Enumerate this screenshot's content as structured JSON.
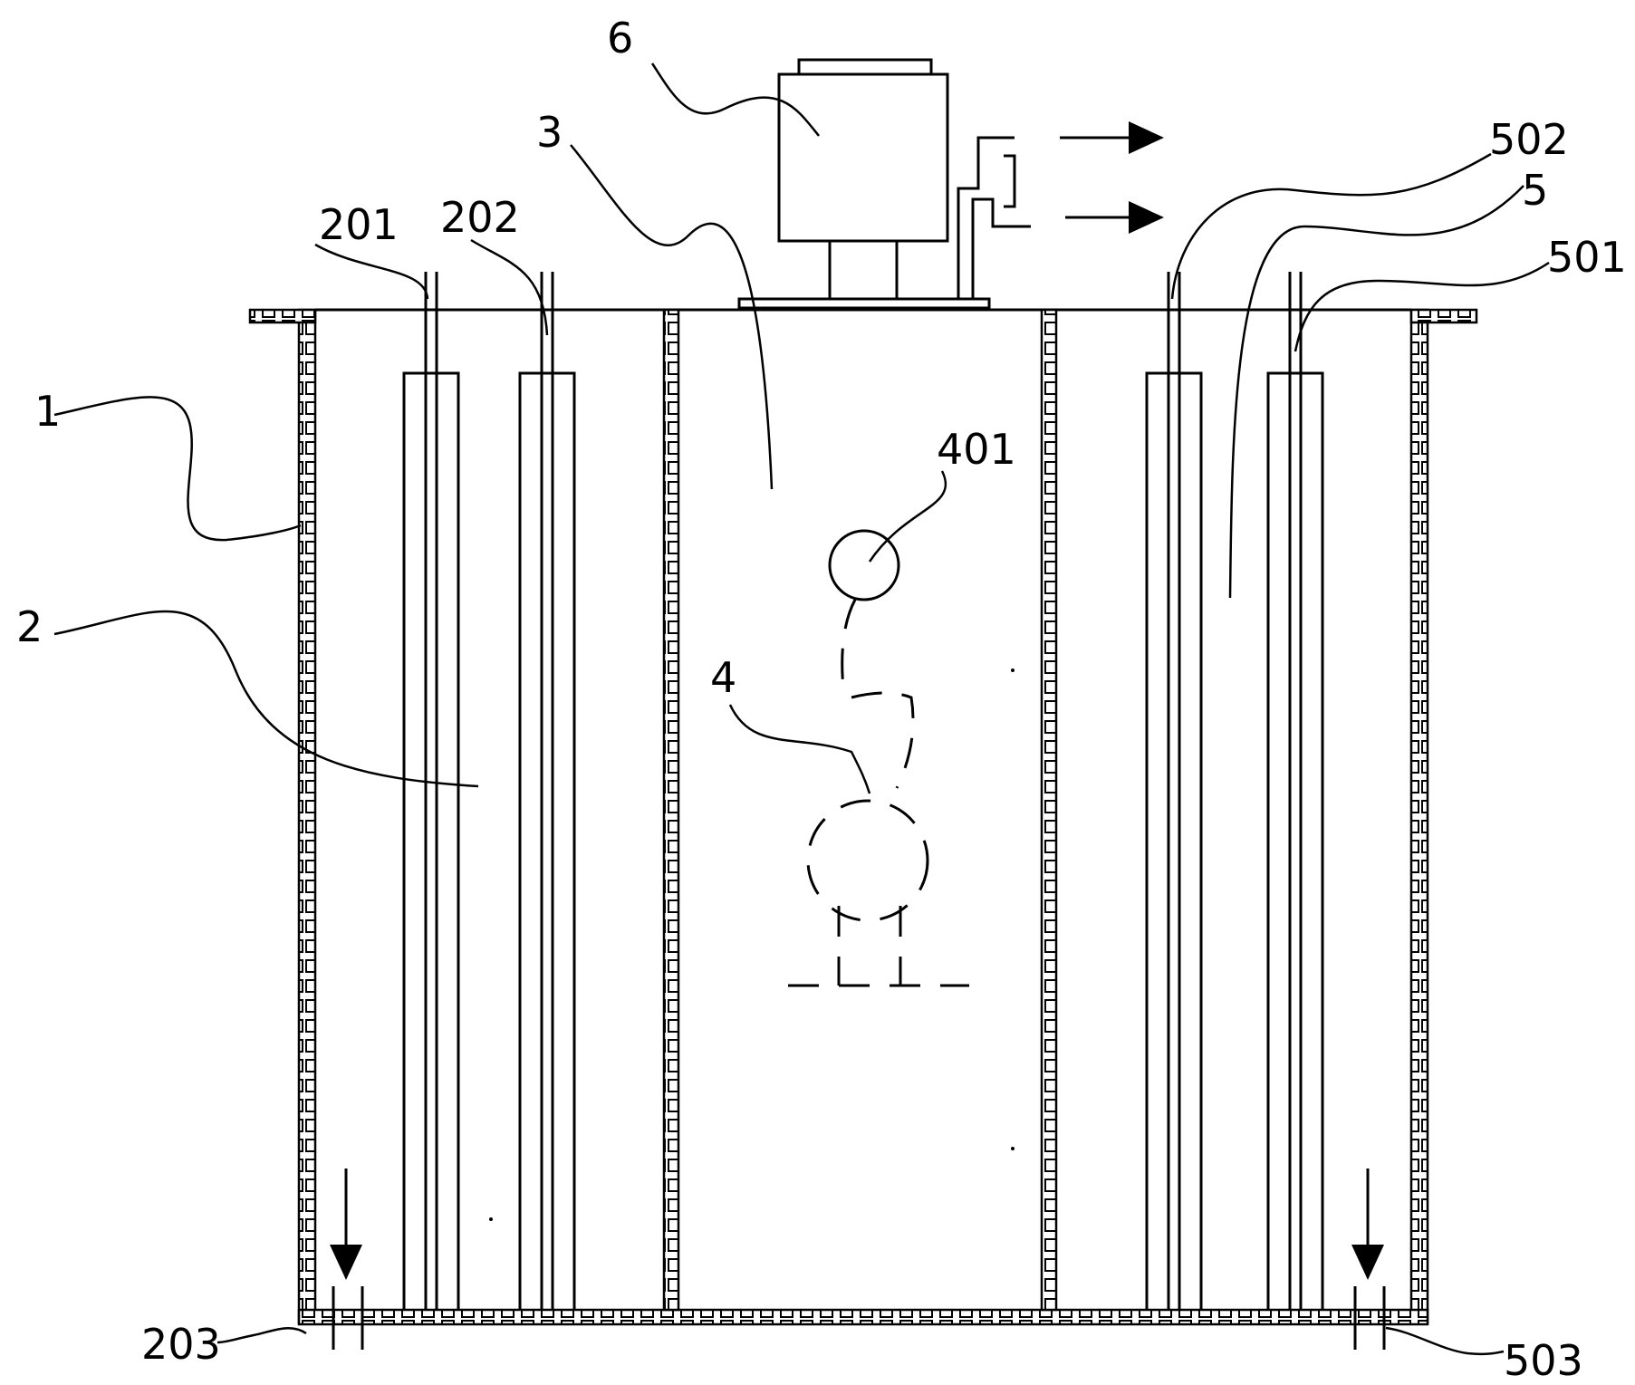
{
  "labels": {
    "l1": "1",
    "l2": "2",
    "l3": "3",
    "l4": "4",
    "l5": "5",
    "l6": "6",
    "l201": "201",
    "l202": "202",
    "l203": "203",
    "l401": "401",
    "l501": "501",
    "l502": "502",
    "l503": "503"
  }
}
